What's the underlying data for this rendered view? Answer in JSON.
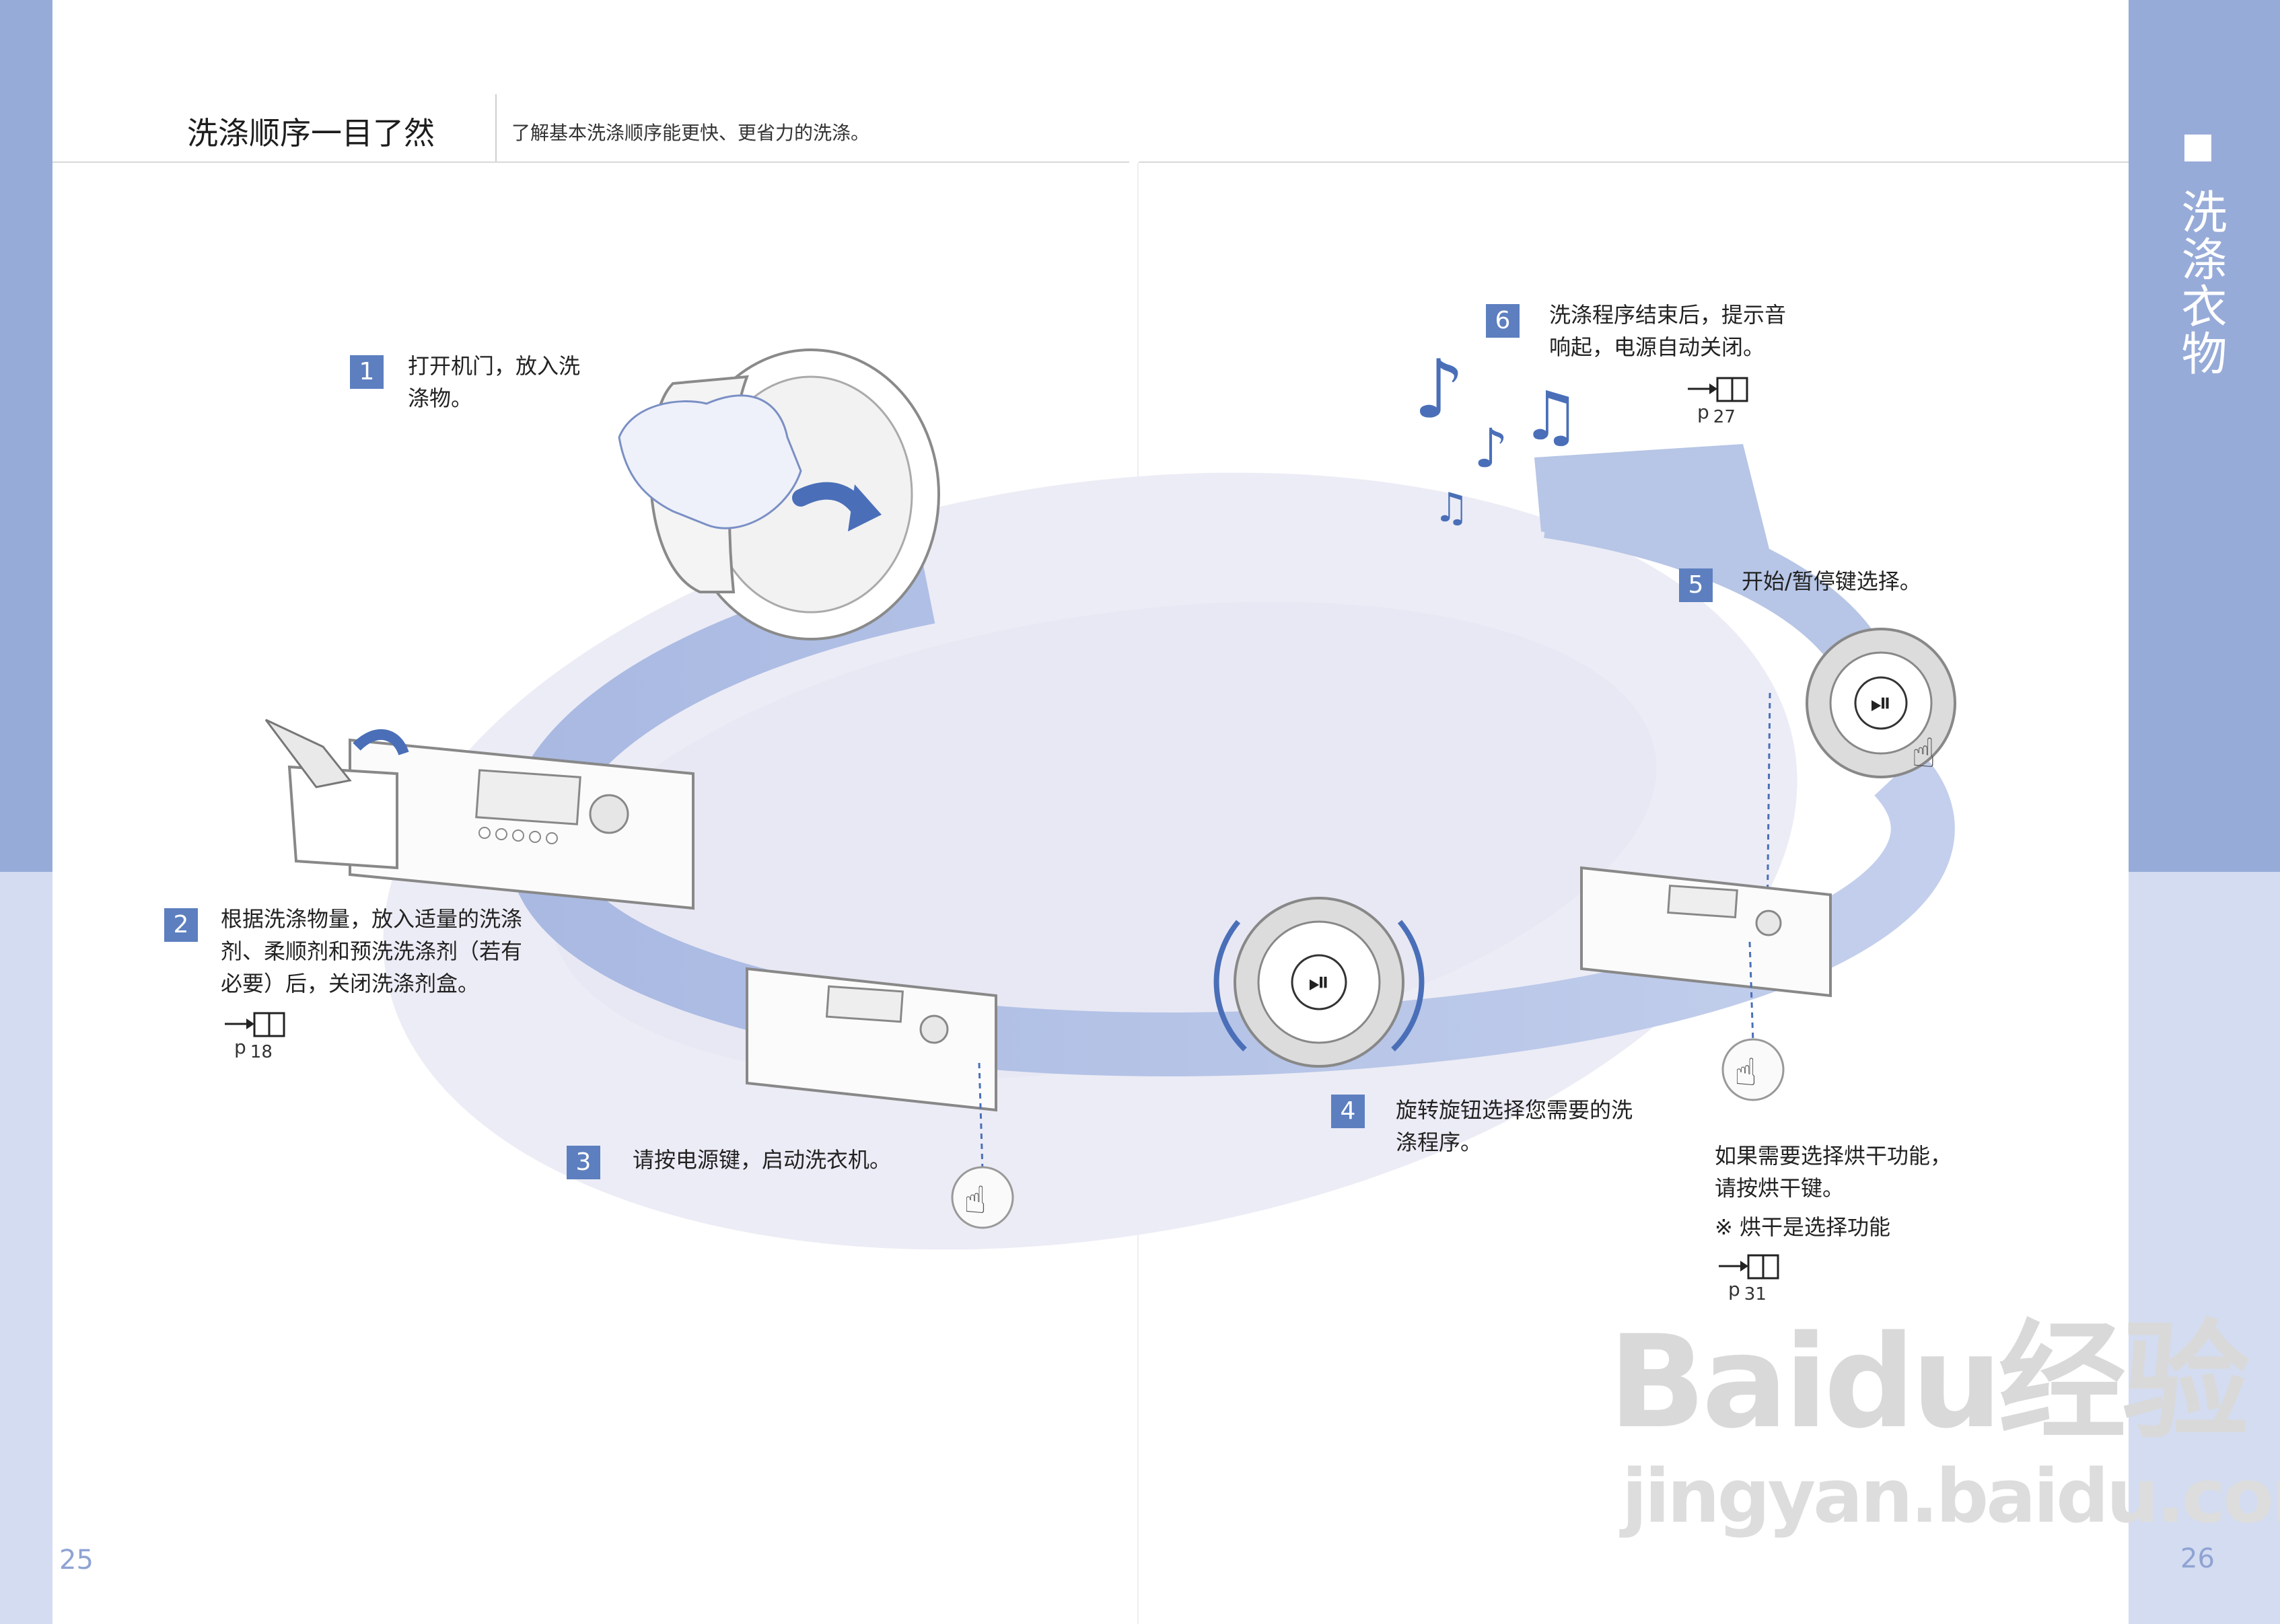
{
  "header": {
    "title": "洗涤顺序一目了然",
    "subtitle": "了解基本洗涤顺序能更快、更省力的洗涤。"
  },
  "side_tab": {
    "label": "洗涤衣物"
  },
  "steps": [
    {
      "number": "1",
      "text_lines": [
        "打开机门，放入洗",
        "涤物。"
      ]
    },
    {
      "number": "2",
      "text_lines": [
        "根据洗涤物量，放入适量的洗涤",
        "剂、柔顺剂和预洗洗涤剂（若有",
        "必要）后，关闭洗涤剂盒。"
      ],
      "ref_page": "18"
    },
    {
      "number": "3",
      "text_lines": [
        "请按电源键，启动洗衣机。"
      ]
    },
    {
      "number": "4",
      "text_lines": [
        "旋转旋钮选择您需要的洗",
        "涤程序。"
      ]
    },
    {
      "number": "5",
      "text_lines": [
        "开始/暂停键选择。"
      ]
    },
    {
      "number": "6",
      "text_lines": [
        "洗涤程序结束后，提示音",
        "响起，电源自动关闭。"
      ],
      "ref_page": "27"
    }
  ],
  "dry_note": {
    "text_lines": [
      "如果需要选择烘干功能，",
      "请按烘干键。"
    ],
    "note": "※  烘干是选择功能",
    "ref_page": "31"
  },
  "ref_prefix": "p",
  "page_numbers": {
    "left": "25",
    "right": "26"
  },
  "watermark": {
    "main": "Baidu经验",
    "sub": "jingyan.baidu.com"
  },
  "colors": {
    "band": "#97abd8",
    "band_light": "#d3dcf0",
    "badge": "#5d7fbf",
    "cycle_arrow": "#b7c5e6",
    "ellipse_fill": "#e9e9f5"
  },
  "icons": [
    "music-note-icon",
    "book-reference-icon",
    "play-pause-icon",
    "finger-press-icon",
    "rotate-arrow-icon"
  ]
}
